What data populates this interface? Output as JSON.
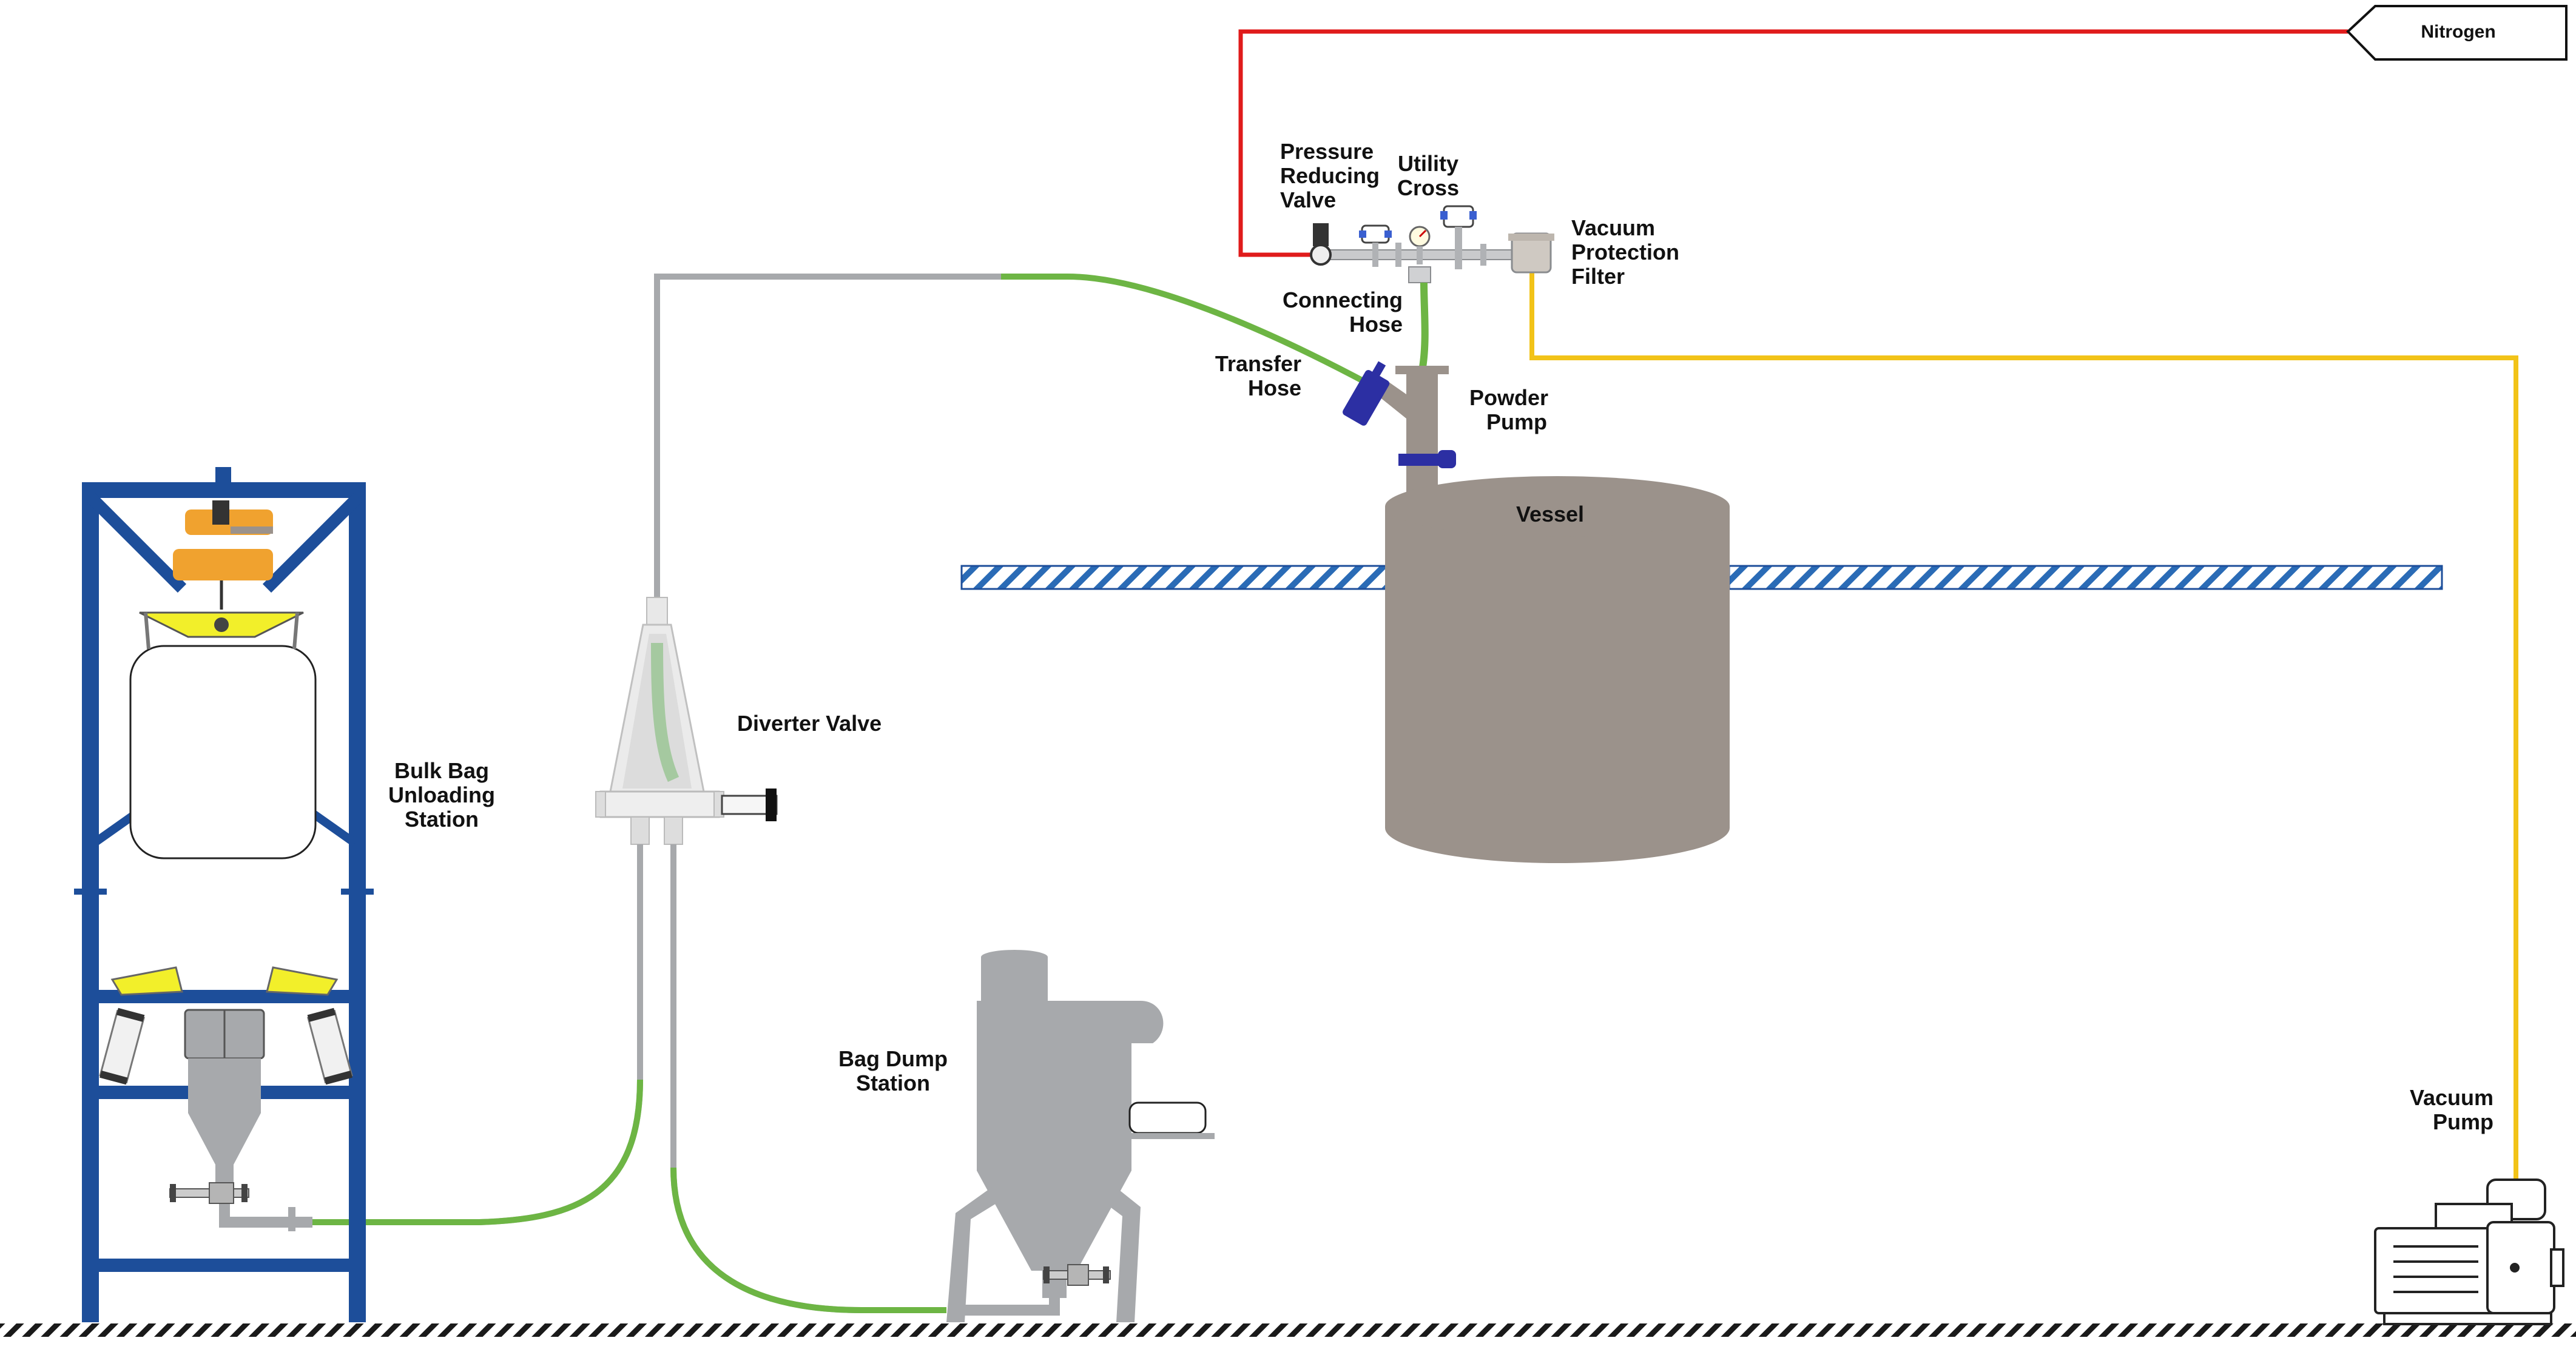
{
  "labels": {
    "nitrogen": "Nitrogen",
    "pressure_reducing_valve": [
      "Pressure",
      "Reducing",
      "Valve"
    ],
    "utility_cross": [
      "Utility",
      "Cross"
    ],
    "vacuum_protection_filter": [
      "Vacuum",
      "Protection",
      "Filter"
    ],
    "connecting_hose": [
      "Connecting",
      "Hose"
    ],
    "transfer_hose": [
      "Transfer",
      "Hose"
    ],
    "powder_pump": [
      "Powder",
      "Pump"
    ],
    "vessel": "Vessel",
    "diverter_valve": "Diverter Valve",
    "bulk_bag_unloading_station": [
      "Bulk Bag",
      "Unloading",
      "Station"
    ],
    "bag_dump_station": [
      "Bag Dump",
      "Station"
    ],
    "vacuum_pump": [
      "Vacuum",
      "Pump"
    ]
  },
  "colors": {
    "nitrogen_line": "#e01b1b",
    "vacuum_line": "#f2c318",
    "hose": "#6db544",
    "pipe": "#a7a9ac",
    "frame": "#1d4e9a",
    "vessel": "#9b928b",
    "valve_actuator": "#2c2fa3",
    "lifting_frame": "#f0a22f",
    "bag_straps": "#f2ef2a"
  }
}
